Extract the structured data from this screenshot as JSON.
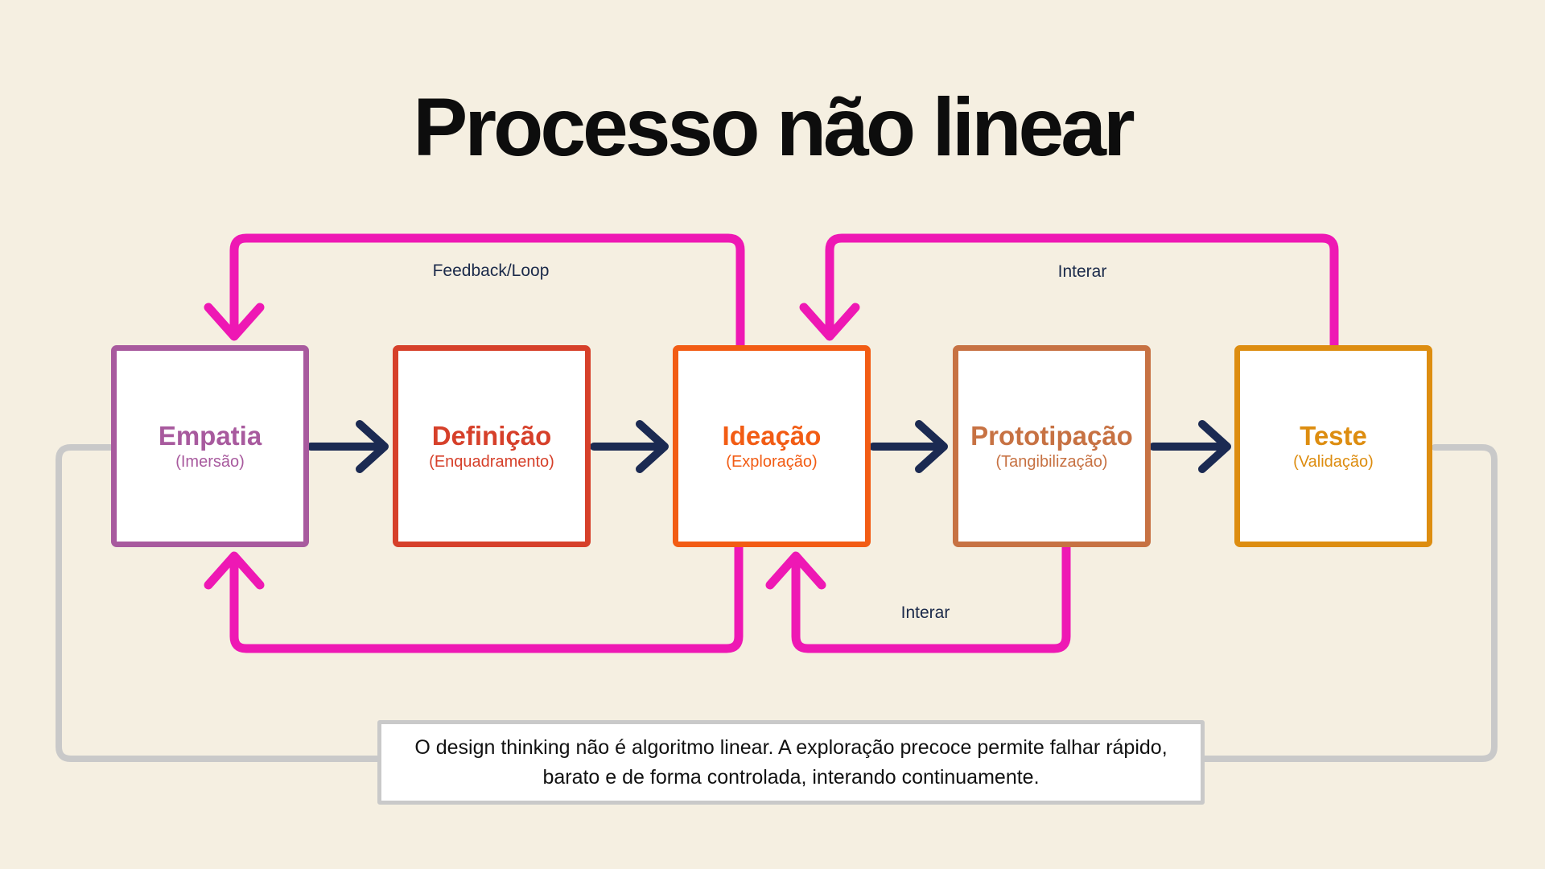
{
  "title": "Processo não linear",
  "colors": {
    "background": "#f5efe1",
    "title": "#0d0d0d",
    "box-bg": "#ffffff",
    "navy": "#1b2a52",
    "magenta": "#ee18b4",
    "gray-loop": "#c9c9c9",
    "label": "#1b2a4a",
    "empatia": "#a85a9e",
    "definicao": "#d6402a",
    "ideacao": "#f25c14",
    "prototipacao": "#c77243",
    "teste": "#dd8d10"
  },
  "stages": [
    {
      "title": "Empatia",
      "subtitle": "(Imersão)"
    },
    {
      "title": "Definição",
      "subtitle": "(Enquadramento)"
    },
    {
      "title": "Ideação",
      "subtitle": "(Exploração)"
    },
    {
      "title": "Prototipação",
      "subtitle": "(Tangibilização)"
    },
    {
      "title": "Teste",
      "subtitle": "(Validação)"
    }
  ],
  "connectors": {
    "feedback_loop_label": "Feedback/Loop",
    "iterate_top_label": "Interar",
    "iterate_bottom_label": "Interar"
  },
  "note": "O design thinking não é algoritmo linear. A exploração precoce permite falhar rápido, barato e de forma controlada, interando continuamente."
}
